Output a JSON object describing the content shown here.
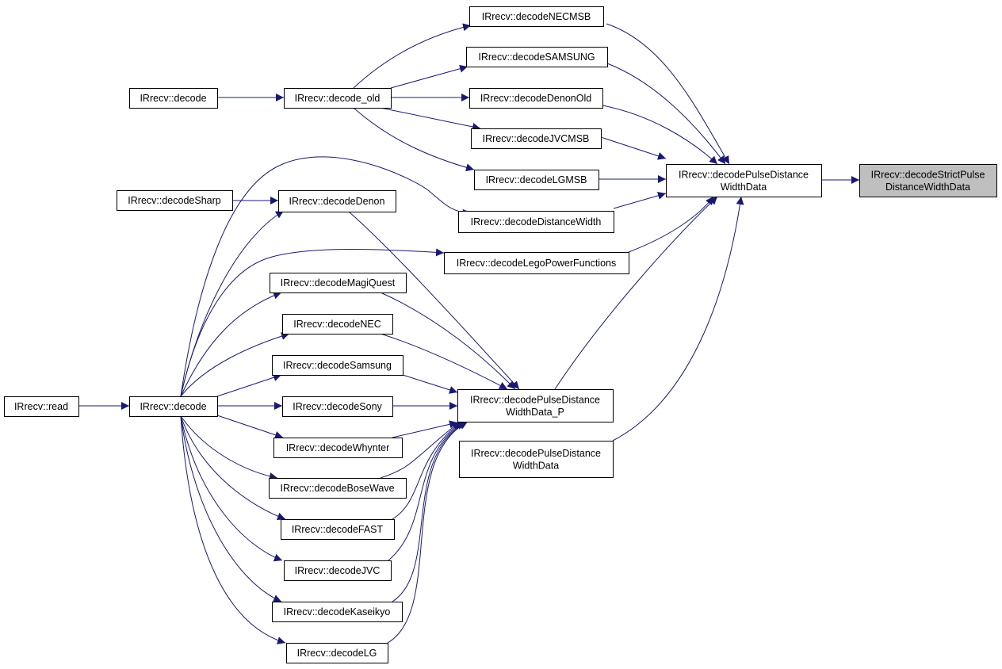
{
  "colors": {
    "edge": "#191970",
    "focus_fill": "#bfbfbf",
    "node_fill": "#ffffff",
    "border": "#000000"
  },
  "nodes": {
    "strict": {
      "lines": [
        "IRrecv::decodeStrictPulse",
        "DistanceWidthData"
      ],
      "focus": true
    },
    "pdwd": {
      "lines": [
        "IRrecv::decodePulseDistance",
        "WidthData"
      ]
    },
    "pdwdP": {
      "lines": [
        "IRrecv::decodePulseDistance",
        "WidthData_P"
      ]
    },
    "pdwd2": {
      "lines": [
        "IRrecv::decodePulseDistance",
        "WidthData"
      ]
    },
    "necmsb": {
      "lines": [
        "IRrecv::decodeNECMSB"
      ]
    },
    "samsungU": {
      "lines": [
        "IRrecv::decodeSAMSUNG"
      ]
    },
    "denonOld": {
      "lines": [
        "IRrecv::decodeDenonOld"
      ]
    },
    "jvcmsb": {
      "lines": [
        "IRrecv::decodeJVCMSB"
      ]
    },
    "lgmsb": {
      "lines": [
        "IRrecv::decodeLGMSB"
      ]
    },
    "distw": {
      "lines": [
        "IRrecv::decodeDistanceWidth"
      ]
    },
    "lego": {
      "lines": [
        "IRrecv::decodeLegoPowerFunctions"
      ]
    },
    "decodeOld": {
      "lines": [
        "IRrecv::decode_old"
      ]
    },
    "decodeTop": {
      "lines": [
        "IRrecv::decode"
      ]
    },
    "sharp": {
      "lines": [
        "IRrecv::decodeSharp"
      ]
    },
    "denon": {
      "lines": [
        "IRrecv::decodeDenon"
      ]
    },
    "magi": {
      "lines": [
        "IRrecv::decodeMagiQuest"
      ]
    },
    "nec": {
      "lines": [
        "IRrecv::decodeNEC"
      ]
    },
    "samsung": {
      "lines": [
        "IRrecv::decodeSamsung"
      ]
    },
    "sony": {
      "lines": [
        "IRrecv::decodeSony"
      ]
    },
    "whynter": {
      "lines": [
        "IRrecv::decodeWhynter"
      ]
    },
    "bose": {
      "lines": [
        "IRrecv::decodeBoseWave"
      ]
    },
    "fast": {
      "lines": [
        "IRrecv::decodeFAST"
      ]
    },
    "jvc": {
      "lines": [
        "IRrecv::decodeJVC"
      ]
    },
    "kaseikyo": {
      "lines": [
        "IRrecv::decodeKaseikyo"
      ]
    },
    "lg": {
      "lines": [
        "IRrecv::decodeLG"
      ]
    },
    "decode": {
      "lines": [
        "IRrecv::decode"
      ]
    },
    "read": {
      "lines": [
        "IRrecv::read"
      ]
    }
  }
}
